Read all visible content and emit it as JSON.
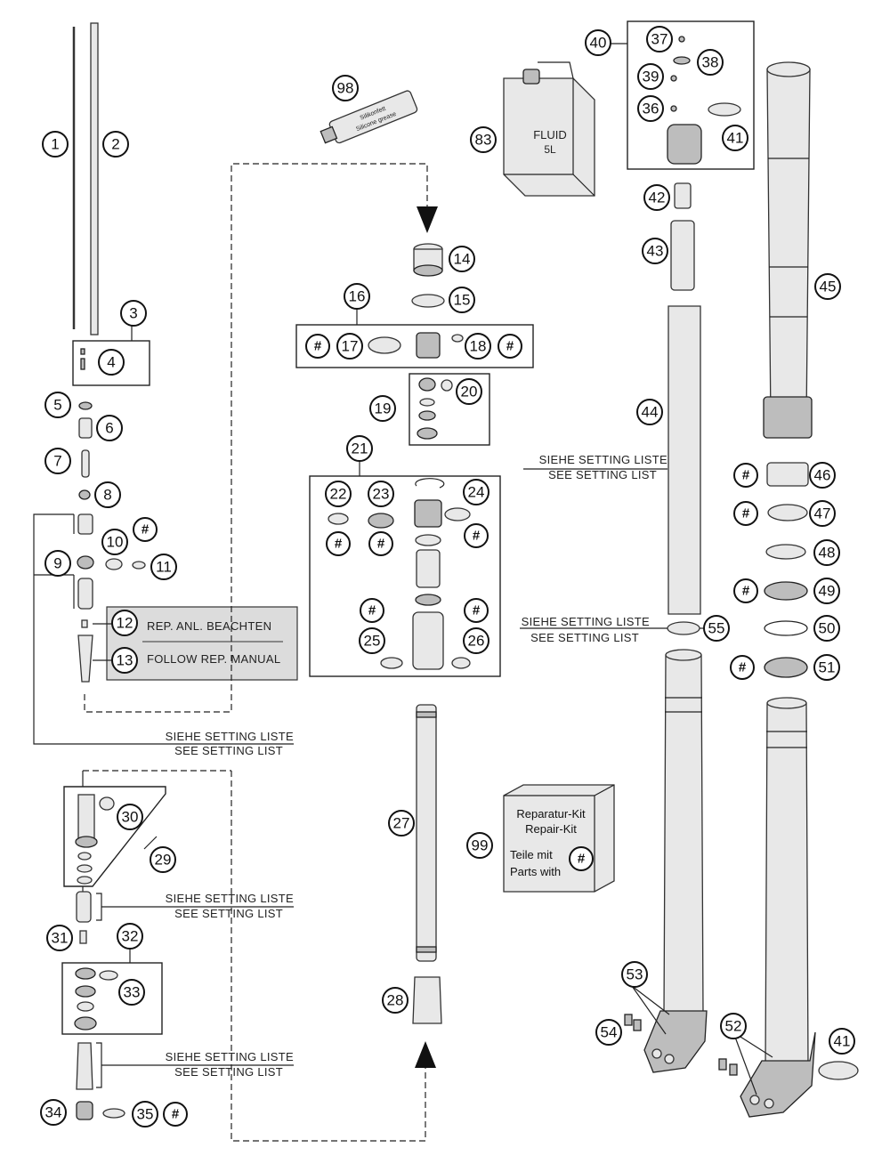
{
  "callouts": [
    "1",
    "2",
    "3",
    "4",
    "5",
    "6",
    "7",
    "8",
    "9",
    "10",
    "11",
    "12",
    "13",
    "14",
    "15",
    "16",
    "17",
    "18",
    "19",
    "20",
    "21",
    "22",
    "23",
    "24",
    "25",
    "26",
    "27",
    "28",
    "29",
    "30",
    "31",
    "32",
    "33",
    "34",
    "35",
    "36",
    "37",
    "38",
    "39",
    "40",
    "41",
    "42",
    "43",
    "44",
    "45",
    "46",
    "47",
    "48",
    "49",
    "50",
    "51",
    "52",
    "53",
    "54",
    "55",
    "83",
    "98",
    "99"
  ],
  "hash_symbol": "#",
  "notes": {
    "rep_de": "REP. ANL. BEACHTEN",
    "rep_en": "FOLLOW REP. MANUAL",
    "setting_de": "SIEHE SETTING LISTE",
    "setting_en": "SEE SETTING LIST"
  },
  "fluid": {
    "line1": "FLUID",
    "line2": "5L"
  },
  "grease": {
    "line1": "Silikonfett",
    "line2": "Silicone grease"
  },
  "repair_kit": {
    "line1": "Reparatur-Kit",
    "line2": "Repair-Kit",
    "line3": "Teile mit",
    "line4": "Parts with"
  }
}
